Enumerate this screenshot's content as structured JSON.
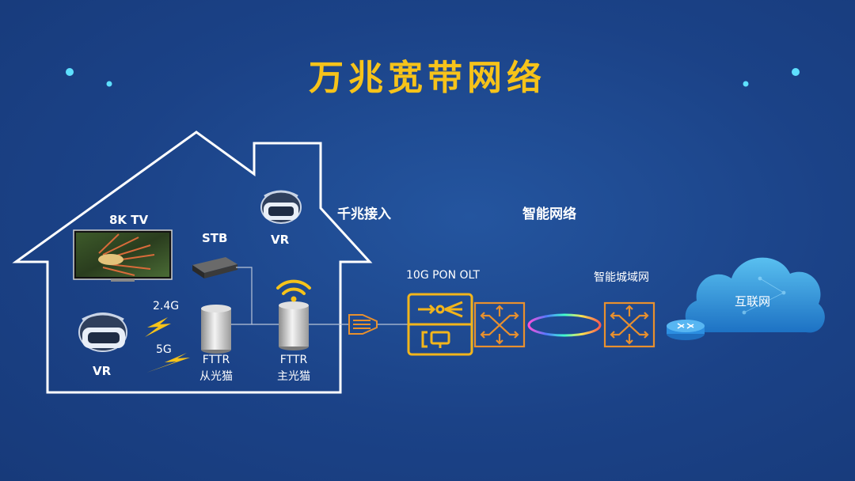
{
  "title": "万兆宽带网络",
  "labels": {
    "tv": "8K TV",
    "stb": "STB",
    "vr_top": "VR",
    "vr_left": "VR",
    "band_24": "2.4G",
    "band_5": "5G",
    "fttr_slave_line1": "FTTR",
    "fttr_slave_line2": "从光猫",
    "fttr_master_line1": "FTTR",
    "fttr_master_line2": "主光猫",
    "gigabit_access": "千兆接入",
    "smart_network": "智能网络",
    "olt": "10G PON OLT",
    "metro": "智能城域网",
    "internet": "互联网"
  },
  "colors": {
    "title": "#f6c31a",
    "device": "#e8902e",
    "olt": "#f2b51b",
    "house": "#ffffff",
    "background": "#1c4489",
    "cloud": "#3aa8e6"
  },
  "icons": [
    "wifi-icon",
    "lightning-icon",
    "splitter-icon",
    "switch-icon",
    "router-icon",
    "cloud-icon",
    "vr-headset-icon"
  ]
}
